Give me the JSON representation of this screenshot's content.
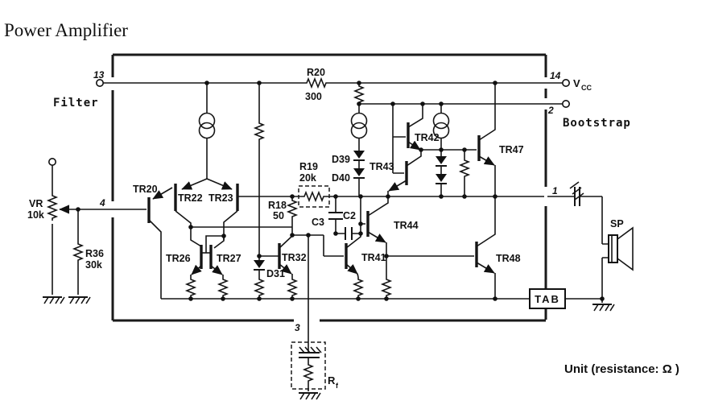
{
  "title": "Power Amplifier",
  "labels": {
    "filter": "Filter",
    "bootstrap": "Bootstrap",
    "unit": "Unit (resistance: Ω )",
    "vcc_main": "V",
    "vcc_sub": "CC",
    "sp": "SP",
    "tab": "TAB",
    "rf_main": "R",
    "rf_sub": "f"
  },
  "pins": {
    "p1": "1",
    "p2": "2",
    "p3": "3",
    "p4": "4",
    "p13": "13",
    "p14": "14"
  },
  "resistors": {
    "r20": {
      "name": "R20",
      "value": "300"
    },
    "r19": {
      "name": "R19",
      "value": "20k"
    },
    "r18": {
      "name": "R18",
      "value": "50"
    },
    "r36": {
      "name": "R36",
      "value": "30k"
    },
    "vr": {
      "name": "VR",
      "value": "10k"
    }
  },
  "capacitors": {
    "c2": "C2",
    "c3": "C3"
  },
  "diodes": {
    "d31": "D31",
    "d39": "D39",
    "d40": "D40"
  },
  "transistors": {
    "tr20": "TR20",
    "tr22": "TR22",
    "tr23": "TR23",
    "tr26": "TR26",
    "tr27": "TR27",
    "tr32": "TR32",
    "tr41": "TR41",
    "tr42": "TR42",
    "tr43": "TR43",
    "tr44": "TR44",
    "tr47": "TR47",
    "tr48": "TR48"
  }
}
